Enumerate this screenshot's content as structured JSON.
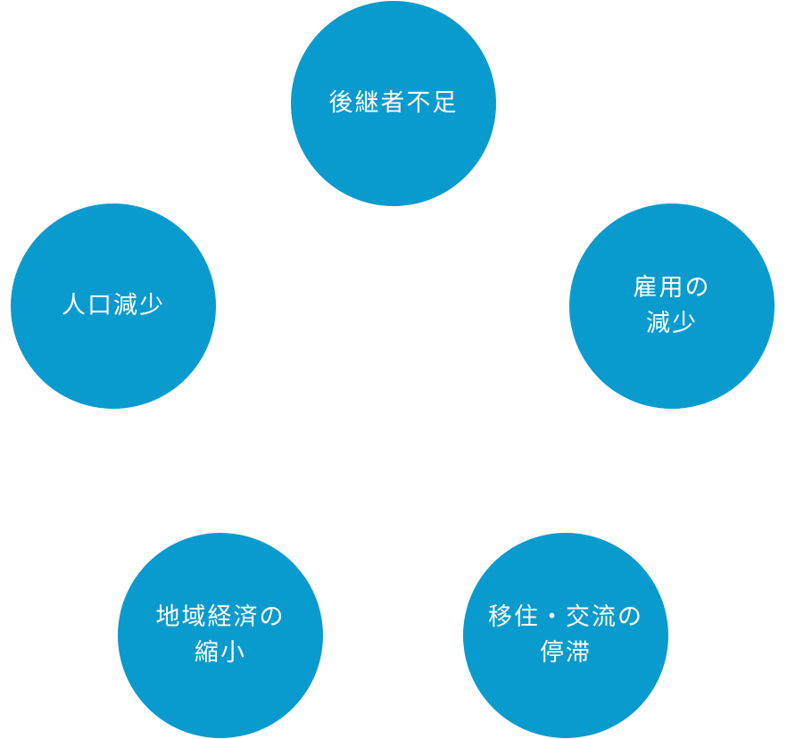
{
  "colors": {
    "node_fill": "#0a9bce",
    "node_text": "#ffffff",
    "background": "#ffffff"
  },
  "nodes": [
    {
      "label": "後継者不足"
    },
    {
      "label": "人口減少"
    },
    {
      "label": "雇用の\n減少"
    },
    {
      "label": "地域経済の\n縮小"
    },
    {
      "label": "移住・交流の\n停滞"
    }
  ]
}
